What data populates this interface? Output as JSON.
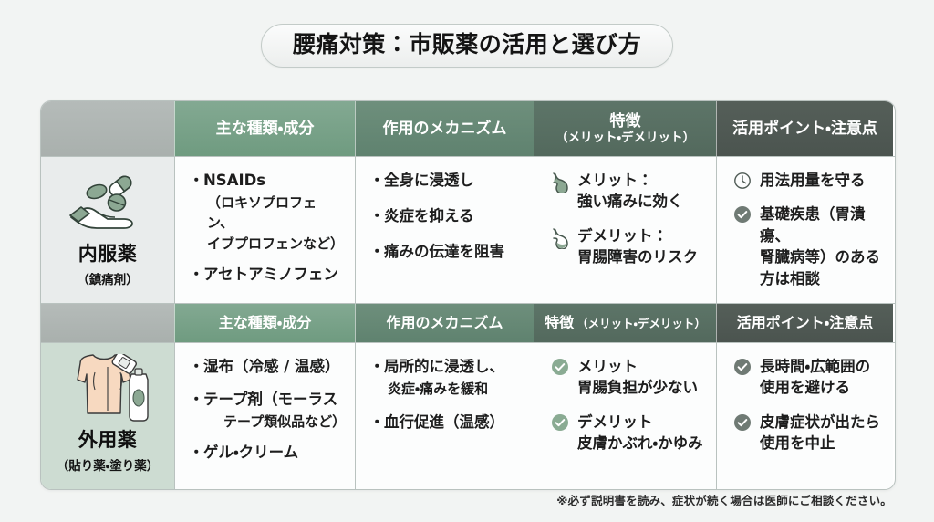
{
  "title": "腰痛対策：市販薬の活用と選び方",
  "columns": {
    "blank": "",
    "types": "主な種類・成分",
    "mechanism": "作用のメカニズム",
    "features_main": "特徴",
    "features_sub": "（メリット・デメリット）",
    "tips": "活用ポイント・注意点"
  },
  "rows": [
    {
      "label": "内服薬",
      "label_sub": "（鎮痛剤）",
      "icon": "hand-with-pills-icon",
      "types": [
        {
          "text": "NSAIDs",
          "sub": "（ロキソプロフェン、",
          "sub2": "イブプロフェンなど）"
        },
        {
          "text": "アセトアミノフェン"
        }
      ],
      "mechanism": [
        "全身に浸透し",
        "炎症を抑える",
        "痛みの伝達を阻害"
      ],
      "features": [
        {
          "icon": "stomach-filled-icon",
          "line1": "メリット：",
          "line2": "強い痛みに効く"
        },
        {
          "icon": "stomach-outline-icon",
          "line1": "デメリット：",
          "line2": "胃腸障害のリスク"
        }
      ],
      "tips": [
        {
          "icon": "clock-icon",
          "line1": "用法用量を守る"
        },
        {
          "icon": "check-circle-gray-icon",
          "line1": "基礎疾患（胃潰瘍、",
          "line2": "腎臓病等）のある",
          "line3": "方は相談"
        }
      ]
    },
    {
      "label": "外用薬",
      "label_sub": "（貼り薬・塗り薬）",
      "icon": "torso-patch-cream-icon",
      "types": [
        {
          "text": "湿布（冷感 / 温感）"
        },
        {
          "text": "テープ剤（モーラス",
          "sub2": "テープ類似品など）"
        },
        {
          "text": "ゲル・クリーム"
        }
      ],
      "mechanism": [
        "局所的に浸透し、",
        "血行促進（温感）"
      ],
      "mechanism_items": [
        {
          "line1": "局所的に浸透し、",
          "line2": "炎症・痛みを緩和"
        },
        {
          "line1": "血行促進（温感）"
        }
      ],
      "features": [
        {
          "icon": "check-circle-green-icon",
          "line1": "メリット",
          "line2": "胃腸負担が少ない"
        },
        {
          "icon": "check-circle-green-icon",
          "line1": "デメリット",
          "line2": "皮膚かぶれ・かゆみ"
        }
      ],
      "tips": [
        {
          "icon": "check-circle-gray-icon",
          "line1": "長時間・広範囲の",
          "line2": "使用を避ける"
        },
        {
          "icon": "check-circle-gray-icon",
          "line1": "皮膚症状が出たら",
          "line2": "使用を中止"
        }
      ]
    }
  ],
  "note": "※必ず説明書を読み、症状が続く場合は医師にご相談ください。",
  "colors": {
    "header_green_light": "#83a992",
    "header_green_dark": "#4b544f",
    "row2_label_bg": "#cddcd2",
    "check_green": "#8aab93",
    "check_gray": "#6f7a74",
    "page_bg": "#f2f4f3"
  }
}
